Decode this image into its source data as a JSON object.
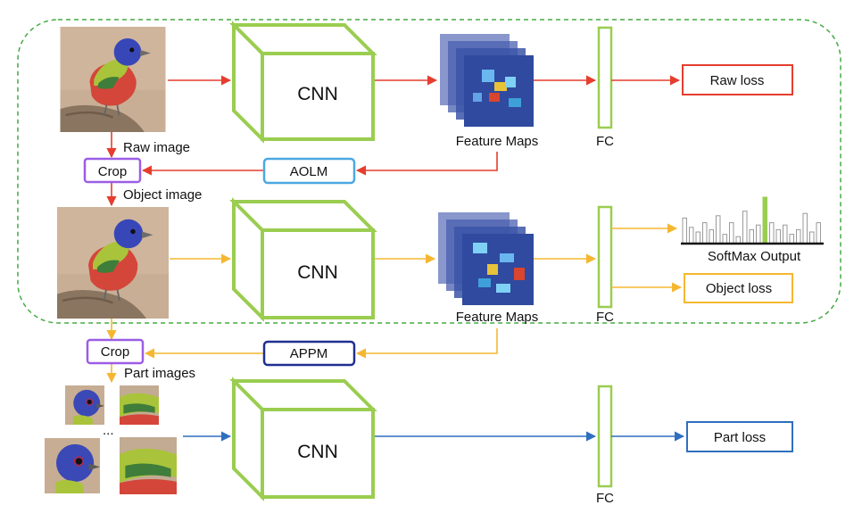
{
  "labels": {
    "cnn": "CNN",
    "feature_maps": "Feature Maps",
    "fc": "FC",
    "raw_image": "Raw image",
    "object_image": "Object image",
    "part_images": "Part images",
    "ellipsis": "...",
    "softmax_output": "SoftMax Output"
  },
  "boxes": {
    "crop": "Crop",
    "aolm": "AOLM",
    "appm": "APPM",
    "raw_loss": "Raw loss",
    "object_loss": "Object loss",
    "part_loss": "Part loss"
  },
  "softmax_bars": [
    0.55,
    0.35,
    0.25,
    0.45,
    0.3,
    0.6,
    0.2,
    0.45,
    0.15,
    0.7,
    0.3,
    0.4,
    1.0,
    0.45,
    0.3,
    0.4,
    0.2,
    0.3,
    0.65,
    0.25,
    0.45
  ],
  "softmax_highlight_index": 12,
  "colors": {
    "cnn_green": "#9acd50",
    "raw_red": "#e53d2e",
    "object_yellow": "#f5b731",
    "part_blue": "#2f6fbf",
    "crop_purple": "#9b5de5",
    "aolm_blue": "#4aa8e0",
    "appm_navy": "#1f2f8f",
    "region_dashed_green": "#44aa44"
  }
}
